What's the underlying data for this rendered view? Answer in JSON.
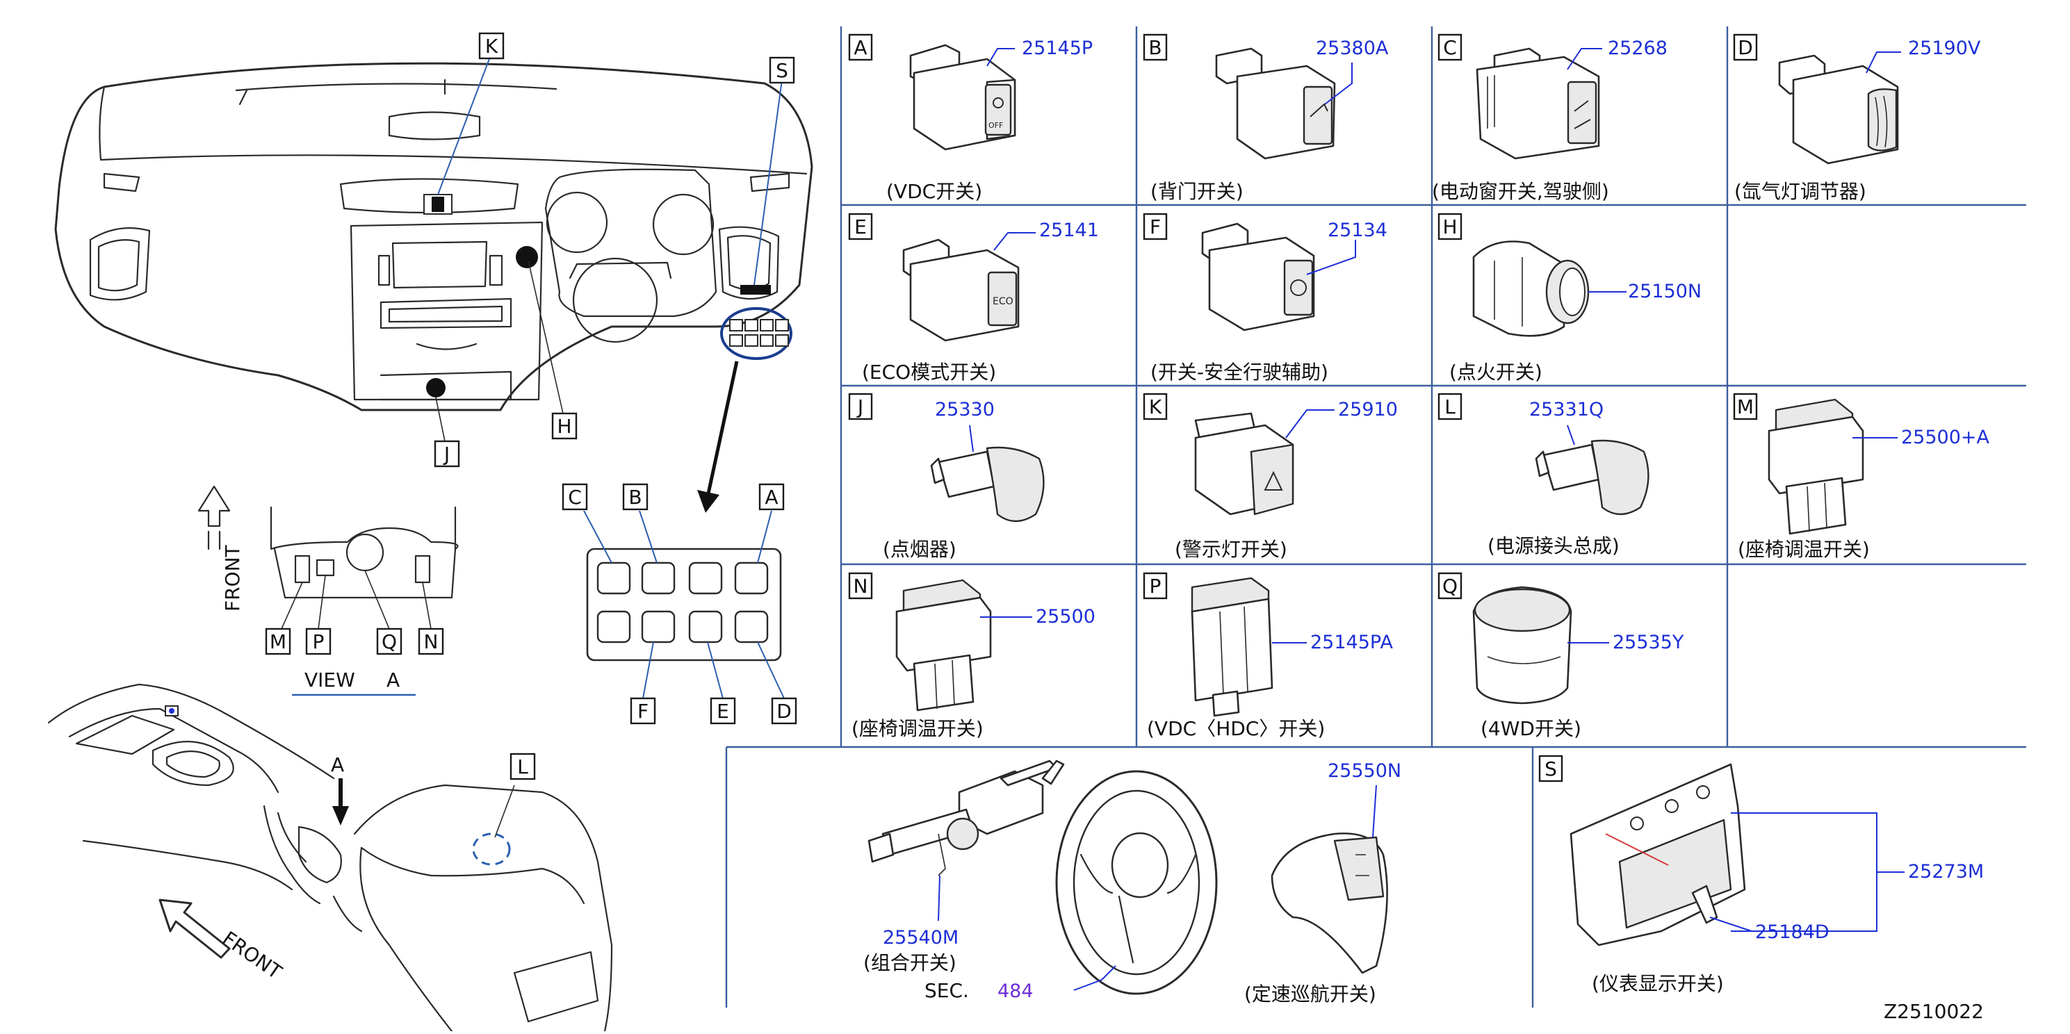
{
  "figure_code": "Z2510022",
  "view_labels": {
    "front_1": "FRONT",
    "front_2": "FRONT",
    "view_a": "VIEW",
    "view_a_letter": "A",
    "arrow_a": "A"
  },
  "dash_callouts": [
    "K",
    "S",
    "H",
    "J"
  ],
  "view_a_callouts": [
    "M",
    "P",
    "Q",
    "N"
  ],
  "console_callouts": [
    "L"
  ],
  "panel_callouts": {
    "top": [
      "C",
      "B",
      "A"
    ],
    "bottom": [
      "F",
      "E",
      "D"
    ]
  },
  "sec_ref": {
    "label": "SEC.",
    "number": "484"
  },
  "parts": [
    {
      "letter": "A",
      "number": "25145P",
      "caption": "(VDC开关)"
    },
    {
      "letter": "B",
      "number": "25380A",
      "caption": "(背门开关)"
    },
    {
      "letter": "C",
      "number": "25268",
      "caption": "(电动窗开关,驾驶侧)"
    },
    {
      "letter": "D",
      "number": "25190V",
      "caption": "(氙气灯调节器)"
    },
    {
      "letter": "E",
      "number": "25141",
      "caption": "(ECO模式开关)"
    },
    {
      "letter": "F",
      "number": "25134",
      "caption": "(开关-安全行驶辅助)"
    },
    {
      "letter": "H",
      "number": "25150N",
      "caption": "(点火开关)"
    },
    {
      "letter": "J",
      "number": "25330",
      "caption": "(点烟器)"
    },
    {
      "letter": "K",
      "number": "25910",
      "caption": "(警示灯开关)"
    },
    {
      "letter": "L",
      "number": "25331Q",
      "caption": "(电源接头总成)"
    },
    {
      "letter": "M",
      "number": "25500+A",
      "caption": "(座椅调温开关)"
    },
    {
      "letter": "N",
      "number": "25500",
      "caption": "(座椅调温开关)"
    },
    {
      "letter": "P",
      "number": "25145PA",
      "caption": "(VDC〈HDC〉开关)"
    },
    {
      "letter": "Q",
      "number": "25535Y",
      "caption": "(4WD开关)"
    }
  ],
  "bottom_section": {
    "combo": {
      "number": "25540M",
      "caption": "(组合开关)"
    },
    "cruise": {
      "number": "25550N",
      "caption": "(定速巡航开关)"
    },
    "cluster": {
      "letter": "S",
      "number_a": "25273M",
      "number_b": "25184D",
      "caption": "(仪表显示开关)"
    }
  },
  "icons": {
    "eco_text": "ECO",
    "off_text": "OFF"
  }
}
